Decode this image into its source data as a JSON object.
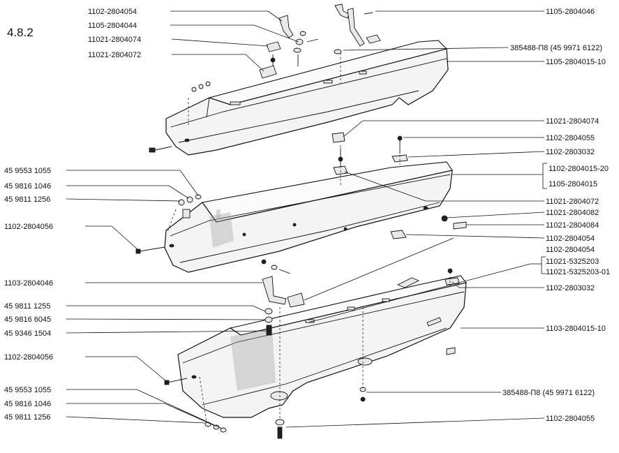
{
  "section_number": "4.8.2",
  "labels": {
    "r01": "1105-2804046",
    "r02": "385488-П8 (45 9971 6122)",
    "r03": "1105-2804015-10",
    "r04": "11021-2804074",
    "r05": "1102-2804055",
    "r06": "1102-2803032",
    "r07": "1102-2804015-20",
    "r08": "1105-2804015",
    "r09": "11021-2804072",
    "r10": "11021-2804082",
    "r11": "11021-2804084",
    "r12": "1102-2804054",
    "r13": "1102-2804054",
    "r14": "11021-5325203",
    "r15": "11021-5325203-01",
    "r16": "1102-2803032",
    "r17": "1103-2804015-10",
    "r18": "385488-П8 (45 9971 6122)",
    "r19": "1102-2804055",
    "l01": "1102-2804054",
    "l02": "1105-2804044",
    "l03": "11021-2804074",
    "l04": "11021-2804072",
    "l05": "45 9553 1055",
    "l06": "45 9816 1046",
    "l07": "45 9811 1256",
    "l08": "1102-2804056",
    "l09": "1103-2804046",
    "l10": "45 9811 1255",
    "l11": "45 9816 6045",
    "l12": "45 9346 1504",
    "l13": "1102-2804056",
    "l14": "45 9553 1055",
    "l15": "45 9816 1046",
    "l16": "45 9811 1256"
  }
}
